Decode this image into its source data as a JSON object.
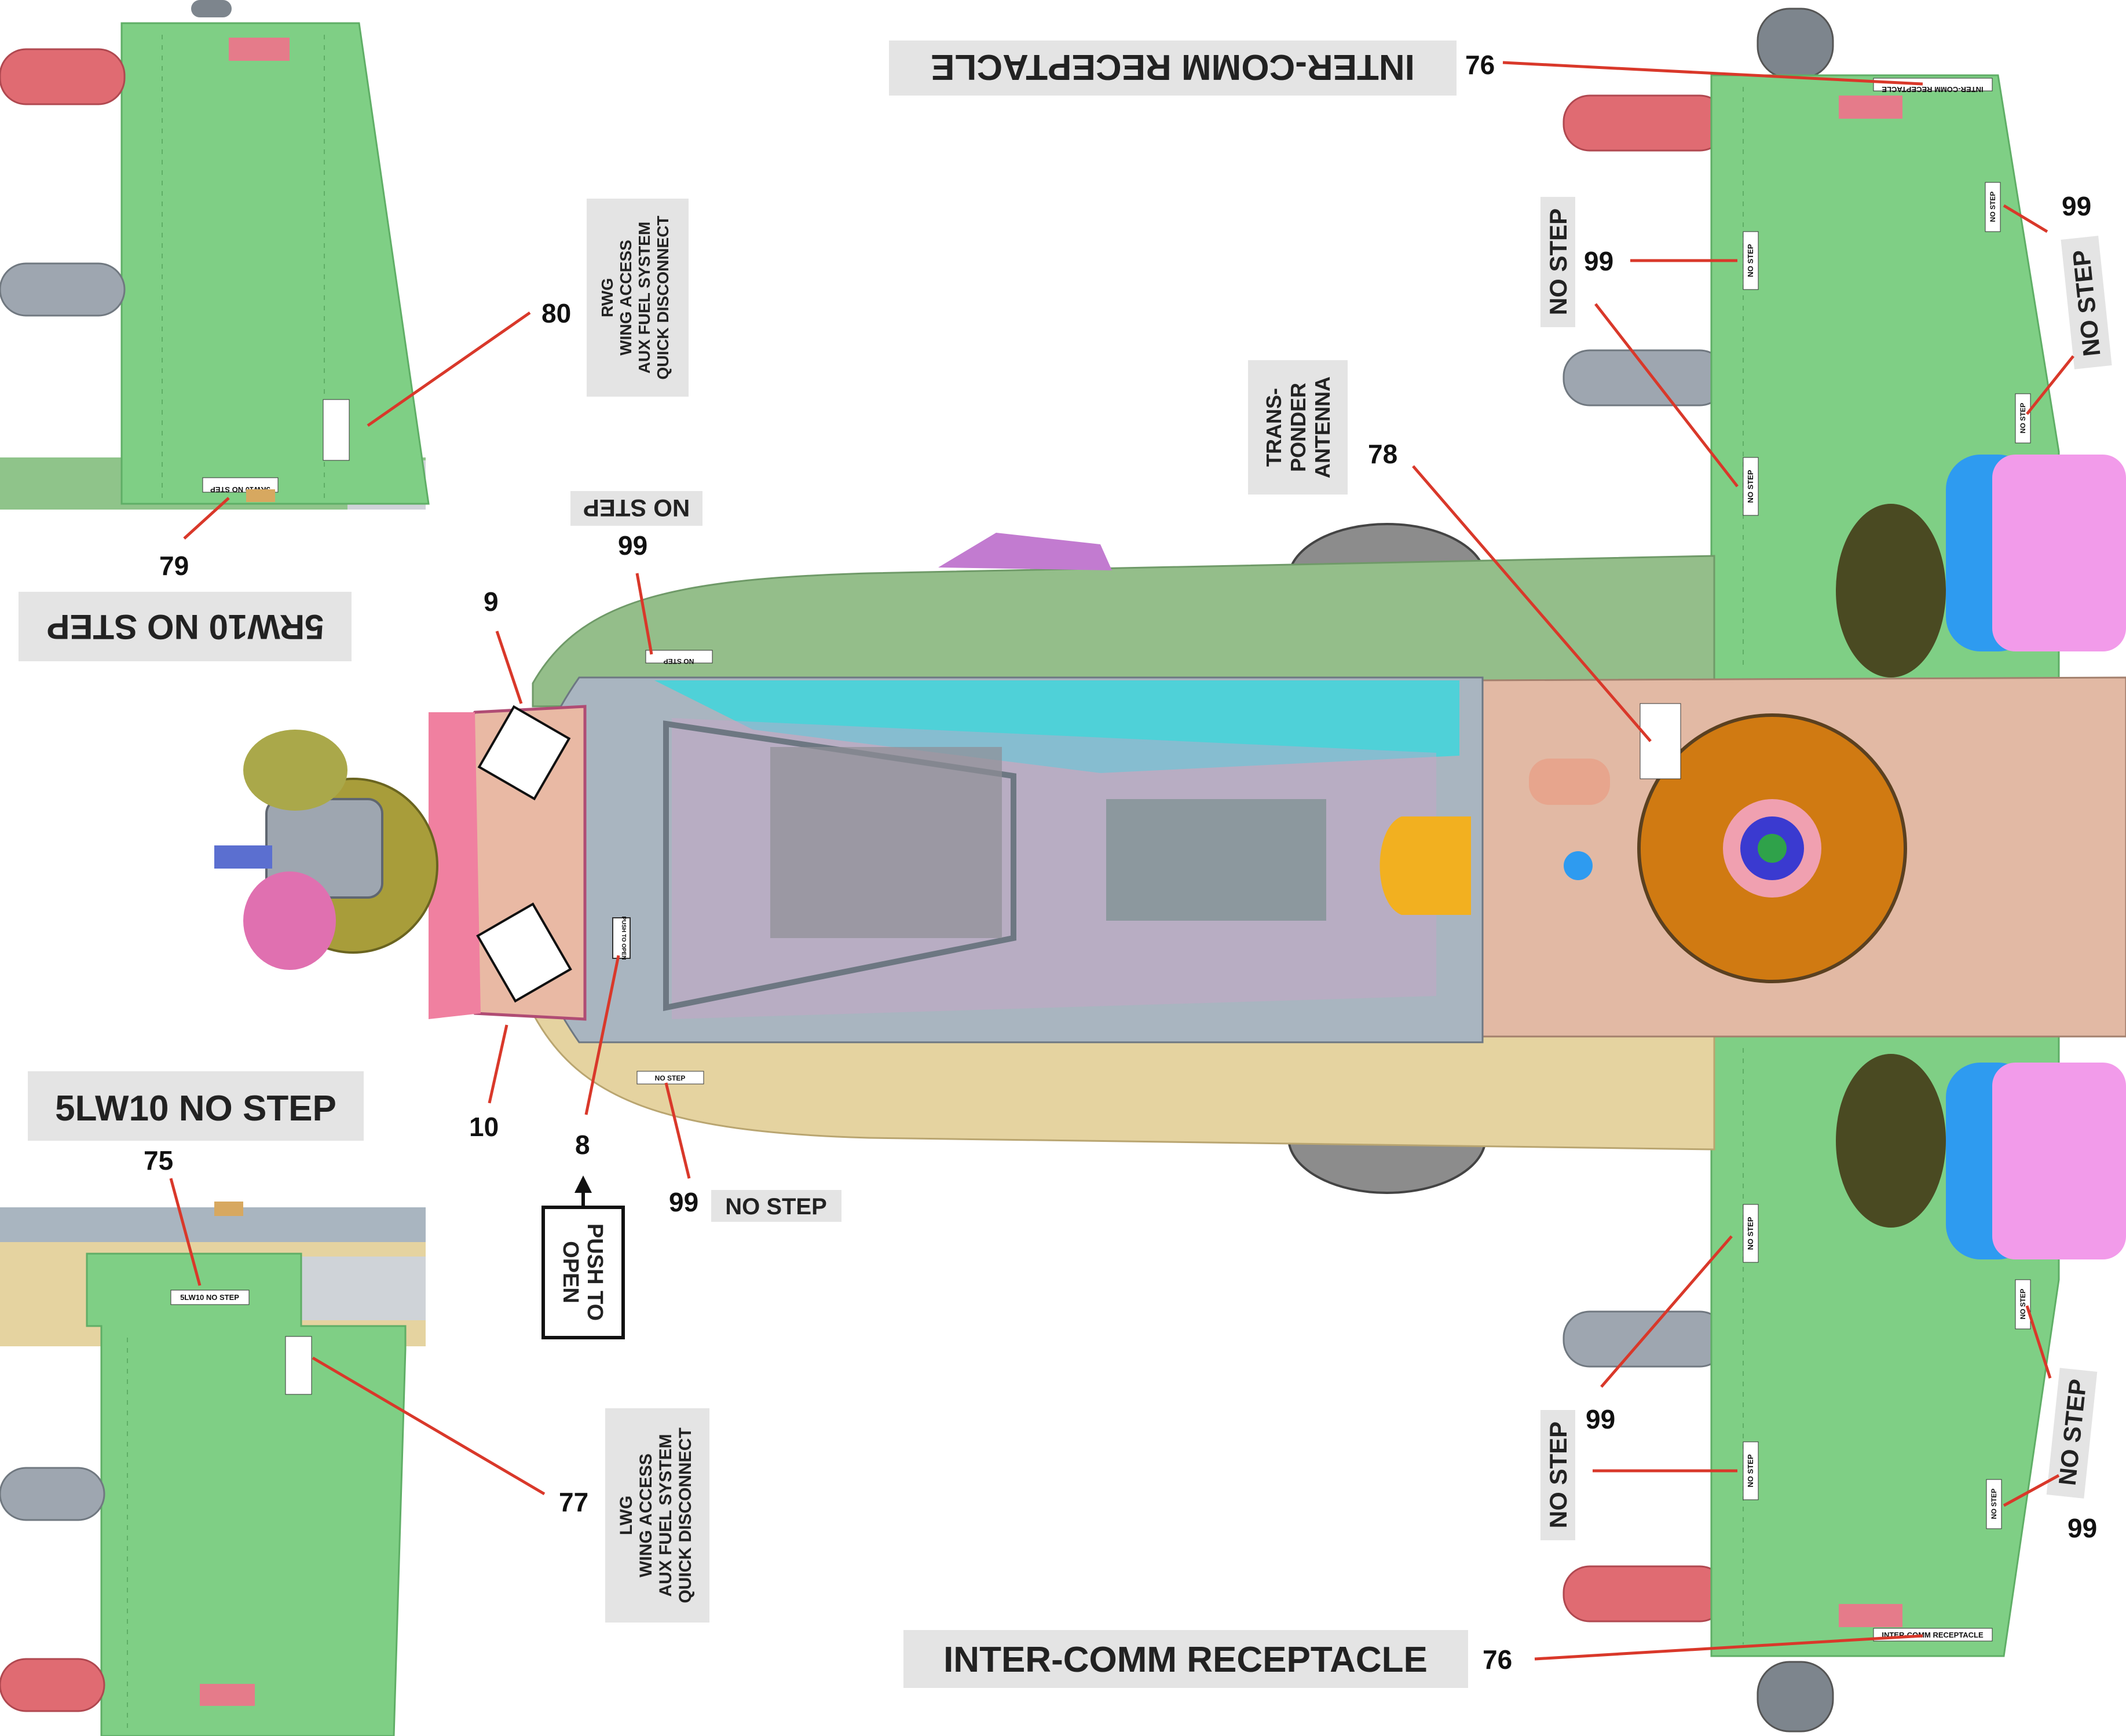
{
  "colors": {
    "wing": "#7fcf85",
    "wing_dark": "#5fae66",
    "fuselage_body": "#a9b5c0",
    "sponson_top": "#94be8a",
    "sponson_bottom": "#e5d3a0",
    "tail_boom": "#e2b9a4",
    "canopy": "#3fd6dc",
    "nose": "#f080a0",
    "hub": "#d07a12",
    "leader": "#d9382a",
    "label_bg": "#e4e4e4",
    "store_red": "#e06b72",
    "store_grey": "#9ea6b0",
    "engine_pink": "#f29bea",
    "engine_blue": "#2e9bf0"
  },
  "labels": {
    "no_step_inverted_top": "NO STEP",
    "srw10_inverted": "5RW10 NO STEP",
    "trans_ponder": [
      "TRANS-",
      "PONDER",
      "ANTENNA"
    ],
    "rwg": [
      "RWG",
      "WING ACCESS",
      "AUX FUEL SYSTEM",
      "QUICK DISCONNECT"
    ],
    "intercomm_top_inverted": "INTER-COMM RECEPTACLE",
    "no_step_right_1": "NO STEP",
    "no_step_right_2": "NO STEP",
    "slw10": "5LW10 NO STEP",
    "no_step_bottom": "NO STEP",
    "push_to_open": [
      "PUSH TO",
      "OPEN"
    ],
    "lwg": [
      "LWG",
      "WING ACCESS",
      "AUX FUEL SYSTEM",
      "QUICK DISCONNECT"
    ],
    "no_step_right_3": "NO STEP",
    "no_step_right_4": "NO STEP",
    "intercomm_bottom": "INTER-COMM RECEPTACLE"
  },
  "decals": {
    "no_step": "NO STEP",
    "intercomm": "INTER-COMM RECEPTACLE",
    "slw10_small": "5LW10 NO STEP",
    "srw10_small": "5RW10 NO STEP",
    "push_small": "PUSH TO OPEN"
  },
  "callouts": {
    "c76_top": "76",
    "c99_a": "99",
    "c99_b": "99",
    "c80": "80",
    "c78": "78",
    "c79": "79",
    "c99_c": "99",
    "c9": "9",
    "c10": "10",
    "c8": "8",
    "c99_d": "99",
    "c75": "75",
    "c77": "77",
    "c99_e": "99",
    "c99_f": "99",
    "c76_bottom": "76"
  }
}
